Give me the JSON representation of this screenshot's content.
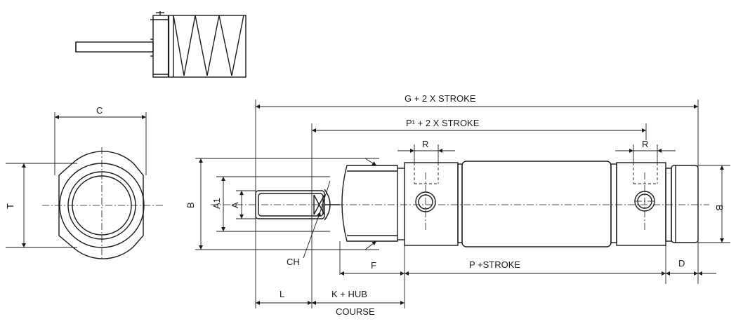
{
  "labels": {
    "c": "C",
    "t": "T",
    "b_left": "B",
    "a1": "A1",
    "a": "A",
    "ch": "CH",
    "g_stroke": "G + 2 X STROKE",
    "p1_stroke": "P¹ + 2 X STROKE",
    "r_left": "R",
    "r_right": "R",
    "b_right": "B",
    "f": "F",
    "p_stroke": "P +STROKE",
    "d": "D",
    "l": "L",
    "k_hub": "K + HUB",
    "course": "COURSE"
  }
}
